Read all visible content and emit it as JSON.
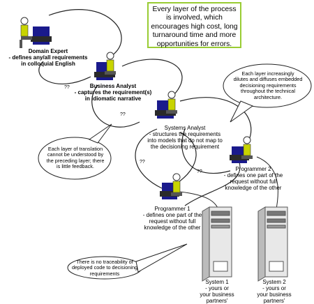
{
  "callout_text": "Every layer of the process is involved, which encourages high cost, long turnaround time and more opportunities for errors.",
  "actors": {
    "domain_expert": {
      "title": "Domain Expert",
      "lines": [
        "- defines any/all requirements",
        "in colloquial English"
      ]
    },
    "business_analyst": {
      "title": "Business Analyst",
      "lines": [
        "- captures the requirement(s)",
        "in idiomatic narrative"
      ]
    },
    "systems_analyst": {
      "title": "Systems Analyst",
      "lines": [
        "- structures the requirements",
        "into models that do not map to",
        "the decisioning requirement"
      ]
    },
    "programmer1": {
      "title": "Programmer 1",
      "lines": [
        "- defines one part of the",
        "request without full",
        "knowledge of the other"
      ]
    },
    "programmer2": {
      "title": "Programmer 2",
      "lines": [
        "- defines one part of the",
        "request without full",
        "knowledge of the other"
      ]
    }
  },
  "notes": {
    "dilutes": [
      "Each layer increasingly",
      "dilutes and diffuses embedded",
      "decisioning requirements",
      "throughout the technical",
      "architecture."
    ],
    "translation": [
      "Each layer of translation",
      "cannot be understood by",
      "the preceding layer; there",
      "is little feedback."
    ],
    "traceability": [
      "There is no traceability of",
      "deployed code to decisioning",
      "requirements"
    ]
  },
  "systems": {
    "system1": {
      "title": "System 1",
      "lines": [
        "- yours or",
        "your business",
        "partners'"
      ]
    },
    "system2": {
      "title": "System 2",
      "lines": [
        "- yours or",
        "your business",
        "partners'"
      ]
    }
  },
  "feedback_marker": "??",
  "colors": {
    "callout_border": "#99cc33",
    "monitor": "#1a1a8c",
    "person": "#c8d400",
    "server": "#e6e6e6"
  }
}
